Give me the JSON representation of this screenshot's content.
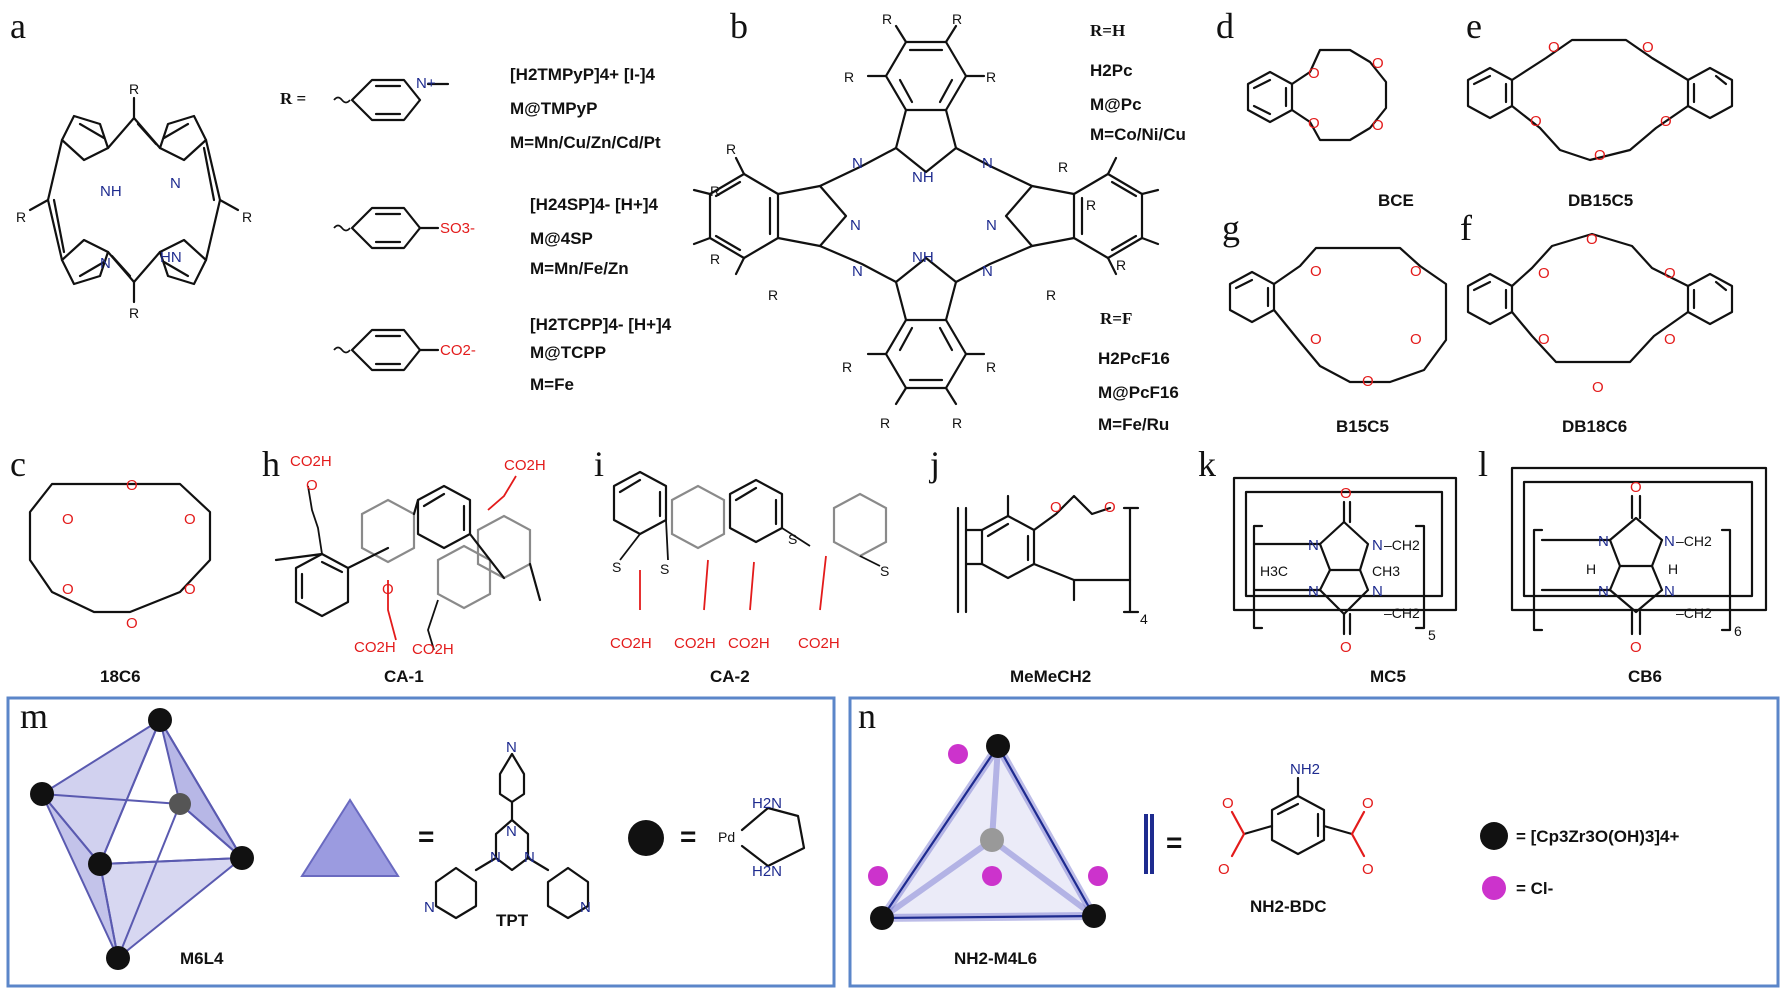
{
  "panels": {
    "a": "a",
    "b": "b",
    "c": "c",
    "d": "d",
    "e": "e",
    "f": "f",
    "g": "g",
    "h": "h",
    "i": "i",
    "j": "j",
    "k": "k",
    "l": "l",
    "m": "m",
    "n": "n"
  },
  "porphyrin": {
    "R": "R",
    "NH": "NH",
    "N": "N",
    "HN": "HN",
    "r_equals": "R =",
    "row1": [
      "[H2TMPyP]4+ [I-]4",
      "M@TMPyP",
      "M=Mn/Cu/Zn/Cd/Pt"
    ],
    "row2": [
      "[H24SP]4- [H+]4",
      "M@4SP",
      "M=Mn/Fe/Zn"
    ],
    "row3": [
      "[H2TCPP]4- [H+]4",
      "M@TCPP",
      "M=Fe"
    ],
    "SO3": "SO3-",
    "CO2": "CO2-",
    "Nplus": "N+"
  },
  "phthalocyanine": {
    "rh": "R=H",
    "rh_list": [
      "H2Pc",
      "M@Pc",
      "M=Co/Ni/Cu"
    ],
    "rf": "R=F",
    "rf_list": [
      "H2PcF16",
      "M@PcF16",
      "M=Fe/Ru"
    ]
  },
  "names": {
    "bce": "BCE",
    "db15c5": "DB15C5",
    "b15c5": "B15C5",
    "db18c6": "DB18C6",
    "c18c6": "18C6",
    "ca1": "CA-1",
    "ca2": "CA-2",
    "memech2": "MeMeCH2",
    "mc5": "MC5",
    "cb6": "CB6"
  },
  "labels": {
    "O": "O",
    "S": "S",
    "CO2H": "CO2H",
    "CH2": "–CH2",
    "H3C": "H3C",
    "CH3": "CH3",
    "H": "H",
    "sub4": "4",
    "sub5": "5",
    "sub6": "6"
  },
  "cage_m": {
    "m6l4": "M6L4",
    "eq": "=",
    "tpt": "TPT",
    "pd": "Pd",
    "h2n": "H2N"
  },
  "cage_n": {
    "nh2m4l6": "NH2-M4L6",
    "eq": "=",
    "nh2": "NH2",
    "nh2bdc": "NH2-BDC",
    "zr": "= [Cp3Zr3O(OH)3]4+",
    "cl": "= Cl-"
  },
  "colors": {
    "bond": "#111111",
    "nitrogen": "#1e2b8f",
    "oxygen": "#e31b1b",
    "polyhedron": "#7b7bd1",
    "chloride": "#cc33cc",
    "box": "#5b86c9"
  }
}
